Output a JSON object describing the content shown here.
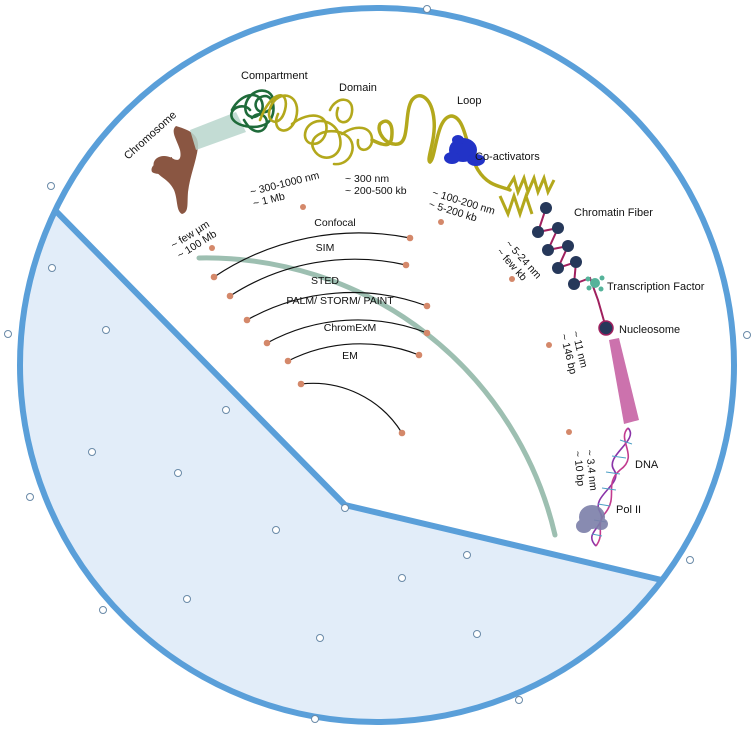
{
  "scales": {
    "chromosome": [
      "~ few µm",
      "~ 100 Mb"
    ],
    "compartment": [
      "~ 300-1000 nm",
      "~ 1 Mb"
    ],
    "domain": [
      "~ 300 nm",
      "~ 200-500 kb"
    ],
    "loop": [
      "~ 100-200 nm",
      "~ 5-200 kb"
    ],
    "fiber": [
      "~ 5-24 nm",
      "~ few kb"
    ],
    "nucleosome": [
      "~ 11 nm",
      "~ 146 bp"
    ],
    "dna": [
      "~ 3.4 nm",
      "~ 10 bp"
    ]
  },
  "structures": {
    "chromosome": "Chromosome",
    "compartment": "Compartment",
    "domain": "Domain",
    "loop": "Loop",
    "coactivators": "Co-activators",
    "chromatin_fiber": "Chromatin Fiber",
    "transcription_factor": "Transcription Factor",
    "nucleosome": "Nucleosome",
    "dna": "DNA",
    "pol2": "Pol II"
  },
  "techniques": [
    "Confocal",
    "SIM",
    "STED",
    "PALM/ STORM/ PAINT",
    "ChromExM",
    "EM"
  ],
  "colors": {
    "nucleus_border": "#5a9fd9",
    "lower_fill": "#e2edf9",
    "scale_arc": "#9dbfb1",
    "tick_dot": "#d4886a",
    "chromosome": "#8a5642",
    "compartment": "#1f6b3a",
    "domain_fiber": "#b3a81c",
    "coactivator": "#2233c7",
    "nucleosome": "#26385a",
    "linker": "#a0205e",
    "dna_cone": "#cc72ad",
    "tf": "#55b39a",
    "pol2": "#7c7fa9"
  }
}
